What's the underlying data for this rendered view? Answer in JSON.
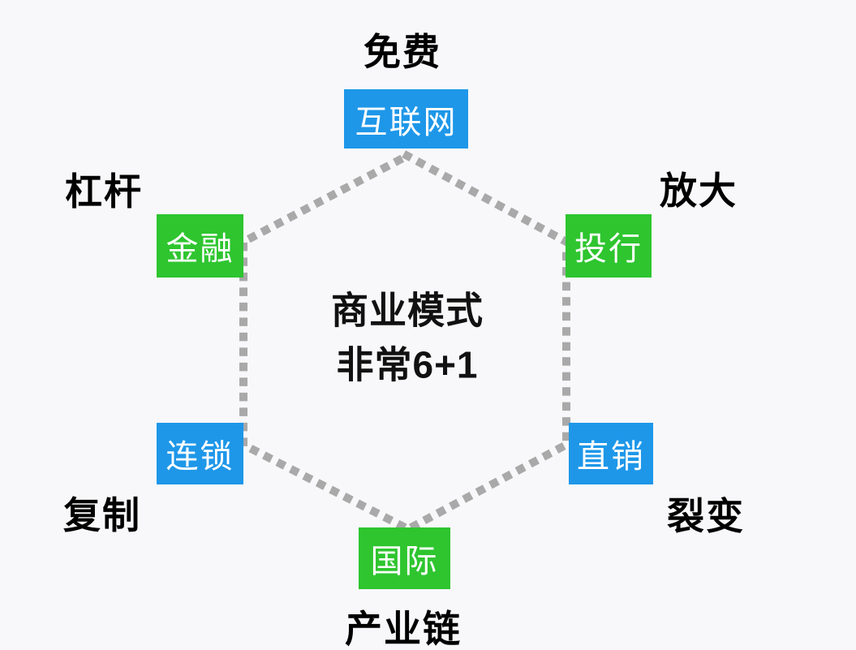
{
  "title": {
    "line1": "商业模式",
    "line2": "非常6+1"
  },
  "colors": {
    "background": "#f8f8fa",
    "blue": "#1e97e9",
    "green": "#2ec52f",
    "dash": "#a9a9a9",
    "box_text": "#ffffff",
    "label_text": "#000000"
  },
  "nodes": [
    {
      "id": "internet",
      "box_label": "互联网",
      "outer_label": "免费",
      "box_color": "blue",
      "position": "top"
    },
    {
      "id": "finance",
      "box_label": "金融",
      "outer_label": "杠杆",
      "box_color": "green",
      "position": "upper-left"
    },
    {
      "id": "investment-bank",
      "box_label": "投行",
      "outer_label": "放大",
      "box_color": "green",
      "position": "upper-right"
    },
    {
      "id": "chain",
      "box_label": "连锁",
      "outer_label": "复制",
      "box_color": "blue",
      "position": "lower-left"
    },
    {
      "id": "direct-sales",
      "box_label": "直销",
      "outer_label": "裂变",
      "box_color": "blue",
      "position": "lower-right"
    },
    {
      "id": "international",
      "box_label": "国际",
      "outer_label": "产业链",
      "box_color": "green",
      "position": "bottom"
    }
  ]
}
